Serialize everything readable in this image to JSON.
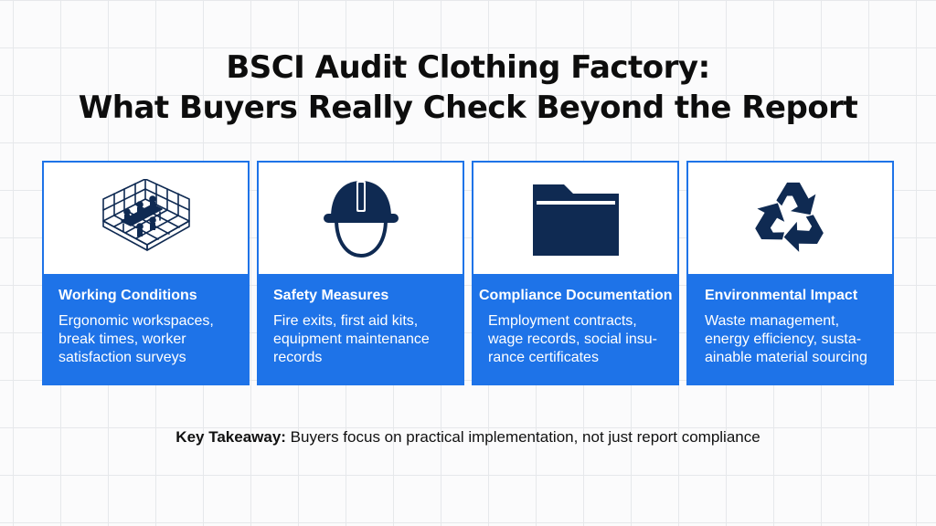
{
  "title": {
    "line1": "BSCI Audit Clothing Factory:",
    "line2": "What Buyers Really Check Beyond the Report"
  },
  "cards": [
    {
      "icon": "factory-floor-icon",
      "title": "Working Conditions",
      "desc": [
        "Ergonomic workspaces,",
        "break times, worker",
        "satisfaction surveys"
      ]
    },
    {
      "icon": "hard-hat-icon",
      "title": "Safety Measures",
      "desc": [
        "Fire exits, first aid kits,",
        "equipment maintenance",
        "records"
      ]
    },
    {
      "icon": "folder-icon",
      "title": "Compliance Documentation",
      "desc": [
        "Employment contracts,",
        "wage records, social insu-",
        "rance certificates"
      ]
    },
    {
      "icon": "recycle-icon",
      "title": "Environmental Impact",
      "desc": [
        "Waste management,",
        "energy efficiency, susta-",
        "ainable material sourcing"
      ]
    }
  ],
  "takeaway": {
    "label": "Key Takeaway:",
    "text": " Buyers focus on practical implementation, not just report compliance"
  },
  "colors": {
    "accent": "#1e73e8",
    "icon": "#0f2a52"
  }
}
